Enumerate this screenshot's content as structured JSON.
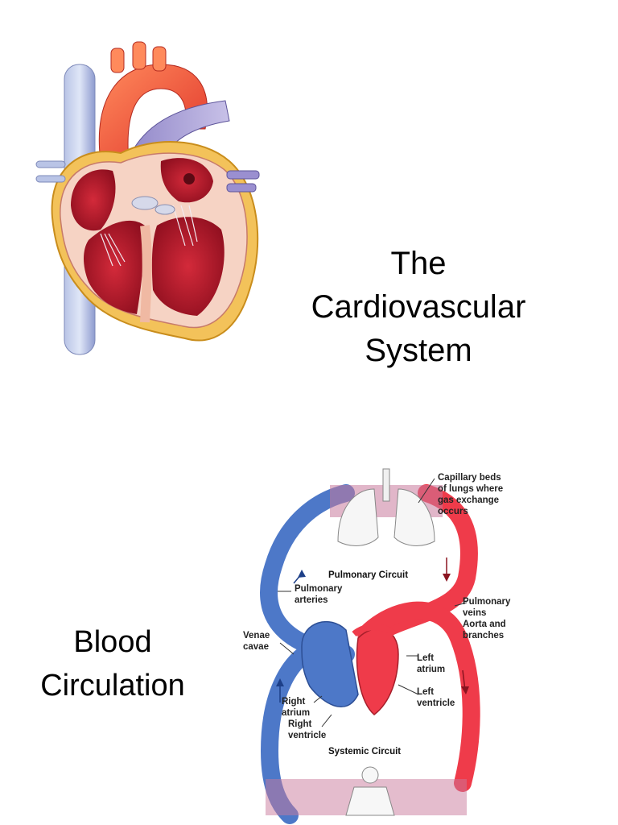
{
  "slide1": {
    "title_lines": [
      "The",
      "Cardiovascular",
      "System"
    ],
    "image": "heart-anatomy-illustration"
  },
  "slide2": {
    "title_lines": [
      "Blood",
      "Circulation"
    ],
    "image": "blood-circulation-diagram",
    "diagram": {
      "capillary_label": [
        "Capillary beds",
        "of lungs where",
        "gas exchange",
        "occurs"
      ],
      "pulmonary_circuit": "Pulmonary Circuit",
      "systemic_circuit": "Systemic Circuit",
      "pulmonary_arteries": [
        "Pulmonary",
        "arteries"
      ],
      "pulmonary_veins": [
        "Pulmonary",
        "veins"
      ],
      "aorta": [
        "Aorta and",
        "branches"
      ],
      "venae_cavae": [
        "Venae",
        "cavae"
      ],
      "left_atrium": [
        "Left",
        "atrium"
      ],
      "left_ventricle": [
        "Left",
        "ventricle"
      ],
      "right_atrium": [
        "Right",
        "atrium"
      ],
      "right_ventricle": [
        "Right",
        "ventricle"
      ]
    },
    "colors": {
      "oxygenated": "#ef3b4a",
      "deoxygenated": "#4d78c8"
    }
  }
}
